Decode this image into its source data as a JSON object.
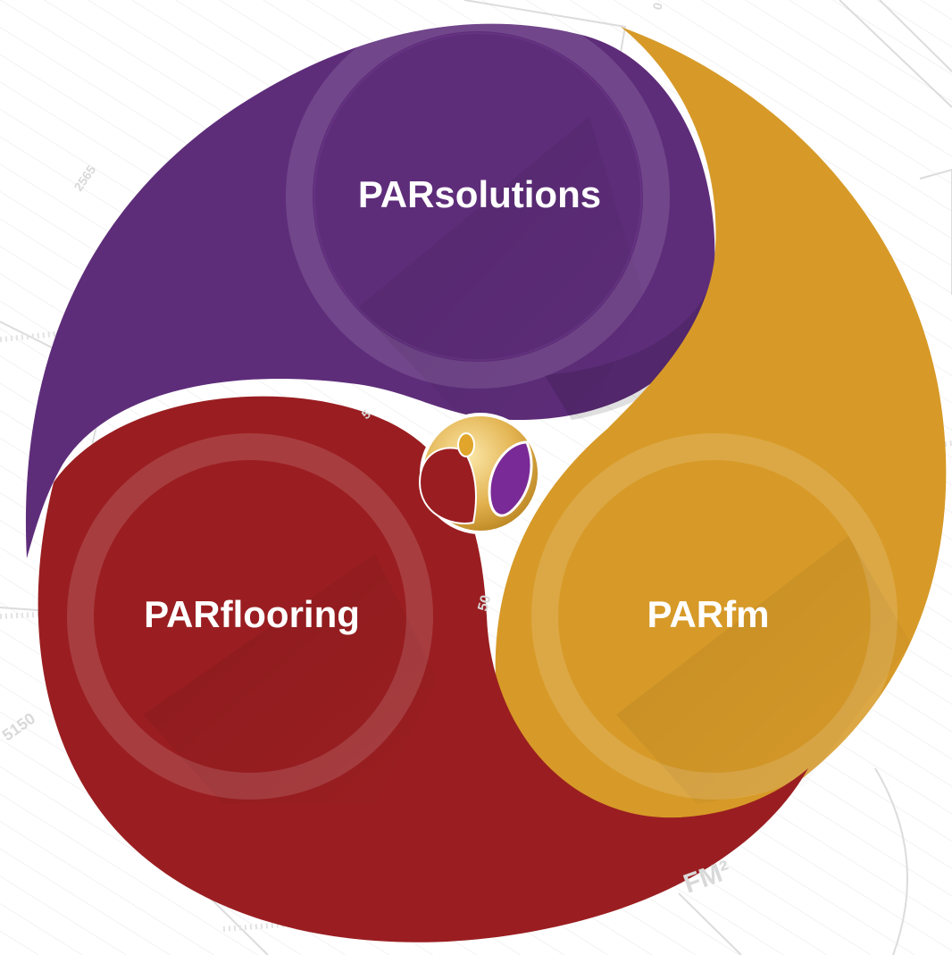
{
  "segments": [
    {
      "label": "PARsolutions",
      "color": "#5e2d7a"
    },
    {
      "label": "PARflooring",
      "color": "#9a1e21"
    },
    {
      "label": "PARfm",
      "color": "#d79a28"
    }
  ],
  "blueprint": {
    "dimension_labels": [
      "2565",
      "5150",
      "50",
      "5",
      "0",
      "FM²"
    ]
  },
  "center_logo": {
    "icon": "par-droplets-logo-icon"
  }
}
